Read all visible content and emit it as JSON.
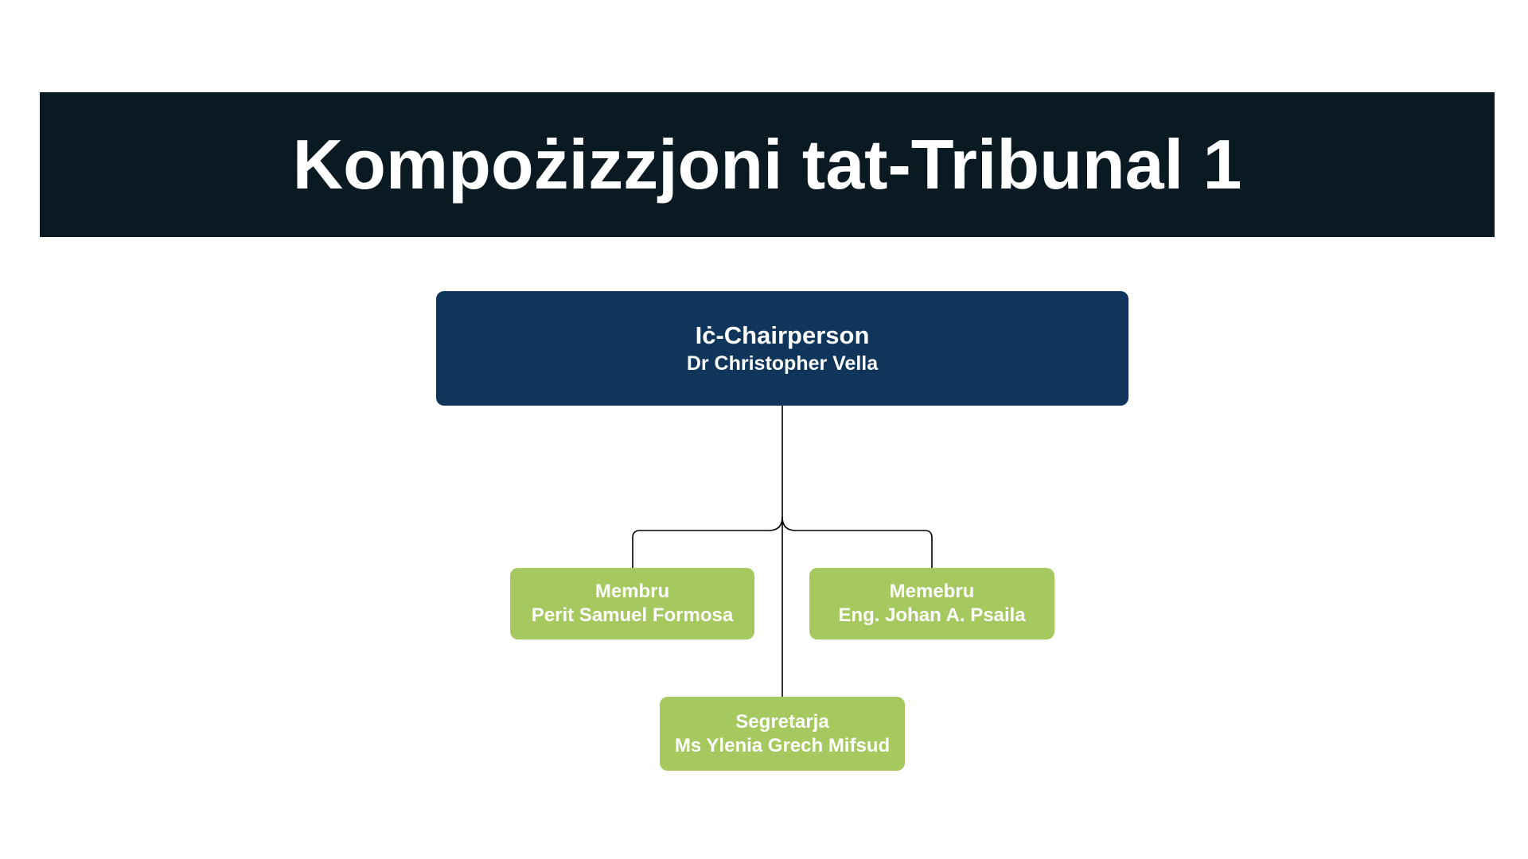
{
  "title": "Kompożizzjoni tat-Tribunal 1",
  "colors": {
    "banner": "#0a1a22",
    "chair_box": "#10355a",
    "member_box": "#a5c95f",
    "text": "#ffffff",
    "connector": "#000000"
  },
  "org_chart": {
    "chair": {
      "role": "Iċ-Chairperson",
      "name": "Dr Christopher Vella"
    },
    "members": [
      {
        "role": "Membru",
        "name": "Perit Samuel Formosa"
      },
      {
        "role": "Memebru",
        "name": "Eng. Johan A. Psaila"
      }
    ],
    "secretary": {
      "role": "Segretarja",
      "name": "Ms Ylenia Grech Mifsud"
    }
  }
}
